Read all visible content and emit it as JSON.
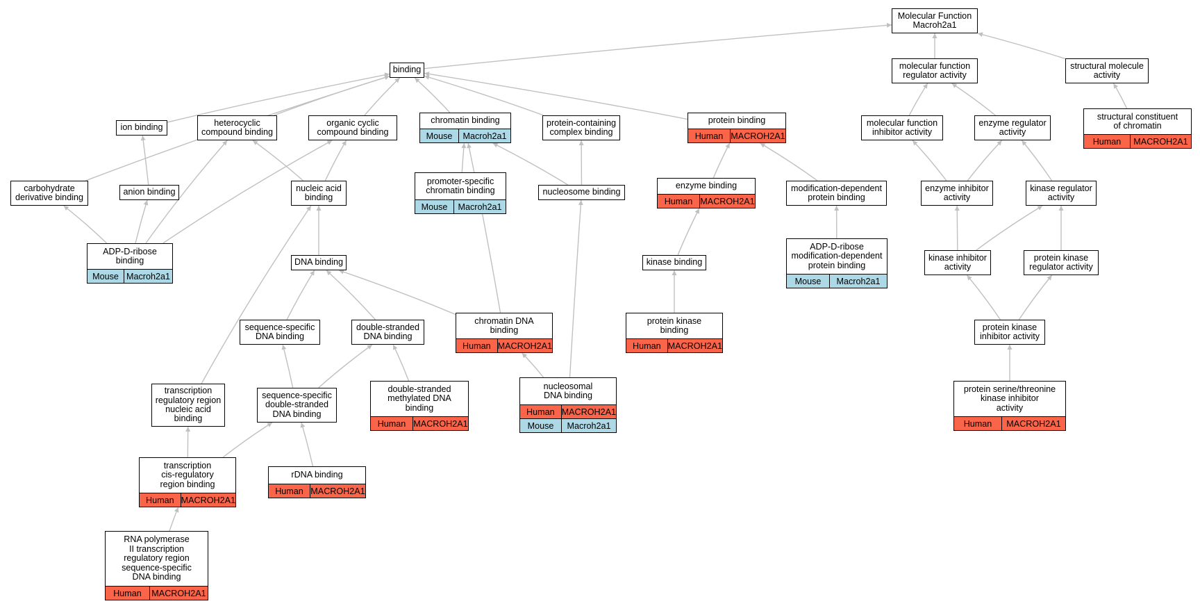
{
  "colors": {
    "human": "#fa6449",
    "mouse": "#add8e6",
    "edge": "#c0c0c0"
  },
  "nodes": {
    "mf": {
      "label": "Molecular Function\nMacroh2a1",
      "ann": []
    },
    "binding": {
      "label": "binding",
      "ann": []
    },
    "mfra": {
      "label": "molecular function\nregulator activity",
      "ann": []
    },
    "sma": {
      "label": "structural molecule\nactivity",
      "ann": []
    },
    "ionb": {
      "label": "ion binding",
      "ann": []
    },
    "hetb": {
      "label": "heterocyclic\ncompound binding",
      "ann": []
    },
    "orgb": {
      "label": "organic cyclic\ncompound binding",
      "ann": []
    },
    "chrb": {
      "label": "chromatin binding",
      "ann": [
        {
          "species": "Mouse",
          "gene": "Macroh2a1"
        }
      ]
    },
    "pccb": {
      "label": "protein-containing\ncomplex binding",
      "ann": []
    },
    "protb": {
      "label": "protein binding",
      "ann": [
        {
          "species": "Human",
          "gene": "MACROH2A1"
        }
      ]
    },
    "mfia": {
      "label": "molecular function\ninhibitor activity",
      "ann": []
    },
    "era": {
      "label": "enzyme regulator\nactivity",
      "ann": []
    },
    "scc": {
      "label": "structural constituent\nof chromatin",
      "ann": [
        {
          "species": "Human",
          "gene": "MACROH2A1"
        }
      ]
    },
    "carb": {
      "label": "carbohydrate\nderivative binding",
      "ann": []
    },
    "anib": {
      "label": "anion binding",
      "ann": []
    },
    "nab": {
      "label": "nucleic acid\nbinding",
      "ann": []
    },
    "pscb": {
      "label": "promoter-specific\nchromatin binding",
      "ann": [
        {
          "species": "Mouse",
          "gene": "Macroh2a1"
        }
      ]
    },
    "nucb": {
      "label": "nucleosome binding",
      "ann": []
    },
    "enzb": {
      "label": "enzyme binding",
      "ann": [
        {
          "species": "Human",
          "gene": "MACROH2A1"
        }
      ]
    },
    "mdpb": {
      "label": "modification-dependent\nprotein binding",
      "ann": []
    },
    "eia": {
      "label": "enzyme inhibitor\nactivity",
      "ann": []
    },
    "kra": {
      "label": "kinase regulator\nactivity",
      "ann": []
    },
    "adpb": {
      "label": "ADP-D-ribose\nbinding",
      "ann": [
        {
          "species": "Mouse",
          "gene": "Macroh2a1"
        }
      ]
    },
    "dnab": {
      "label": "DNA binding",
      "ann": []
    },
    "kinb": {
      "label": "kinase binding",
      "ann": []
    },
    "adpm": {
      "label": "ADP-D-ribose\nmodification-dependent\nprotein binding",
      "ann": [
        {
          "species": "Mouse",
          "gene": "Macroh2a1"
        }
      ]
    },
    "kia": {
      "label": "kinase inhibitor\nactivity",
      "ann": []
    },
    "pkra": {
      "label": "protein kinase\nregulator activity",
      "ann": []
    },
    "ssdb": {
      "label": "sequence-specific\nDNA binding",
      "ann": []
    },
    "dsdb": {
      "label": "double-stranded\nDNA binding",
      "ann": []
    },
    "cdb": {
      "label": "chromatin DNA\nbinding",
      "ann": [
        {
          "species": "Human",
          "gene": "MACROH2A1"
        }
      ]
    },
    "pkb": {
      "label": "protein kinase\nbinding",
      "ann": [
        {
          "species": "Human",
          "gene": "MACROH2A1"
        }
      ]
    },
    "pkia": {
      "label": "protein kinase\ninhibitor activity",
      "ann": []
    },
    "trr": {
      "label": "transcription\nregulatory region\nnucleic acid\nbinding",
      "ann": []
    },
    "ssds": {
      "label": "sequence-specific\ndouble-stranded\nDNA binding",
      "ann": []
    },
    "dsmb": {
      "label": "double-stranded\nmethylated DNA\nbinding",
      "ann": [
        {
          "species": "Human",
          "gene": "MACROH2A1"
        }
      ]
    },
    "nsdb": {
      "label": "nucleosomal\nDNA binding",
      "ann": [
        {
          "species": "Human",
          "gene": "MACROH2A1"
        },
        {
          "species": "Mouse",
          "gene": "Macroh2a1"
        }
      ]
    },
    "pstk": {
      "label": "protein serine/threonine\nkinase inhibitor\nactivity",
      "ann": [
        {
          "species": "Human",
          "gene": "MACROH2A1"
        }
      ]
    },
    "tcis": {
      "label": "transcription\ncis-regulatory\nregion binding",
      "ann": [
        {
          "species": "Human",
          "gene": "MACROH2A1"
        }
      ]
    },
    "rdna": {
      "label": "rDNA binding",
      "ann": [
        {
          "species": "Human",
          "gene": "MACROH2A1"
        }
      ]
    },
    "rnap": {
      "label": "RNA polymerase\nII transcription\nregulatory region\nsequence-specific\nDNA binding",
      "ann": [
        {
          "species": "Human",
          "gene": "MACROH2A1"
        }
      ]
    }
  },
  "edges": [
    [
      "binding",
      "mf"
    ],
    [
      "mfra",
      "mf"
    ],
    [
      "sma",
      "mf"
    ],
    [
      "ionb",
      "binding"
    ],
    [
      "hetb",
      "binding"
    ],
    [
      "orgb",
      "binding"
    ],
    [
      "chrb",
      "binding"
    ],
    [
      "pccb",
      "binding"
    ],
    [
      "protb",
      "binding"
    ],
    [
      "carb",
      "binding"
    ],
    [
      "mfia",
      "mfra"
    ],
    [
      "era",
      "mfra"
    ],
    [
      "scc",
      "sma"
    ],
    [
      "anib",
      "ionb"
    ],
    [
      "nab",
      "hetb"
    ],
    [
      "nab",
      "orgb"
    ],
    [
      "adpb",
      "hetb"
    ],
    [
      "adpb",
      "orgb"
    ],
    [
      "adpb",
      "carb"
    ],
    [
      "adpb",
      "anib"
    ],
    [
      "pscb",
      "chrb"
    ],
    [
      "nucb",
      "chrb"
    ],
    [
      "nucb",
      "pccb"
    ],
    [
      "cdb",
      "chrb"
    ],
    [
      "enzb",
      "protb"
    ],
    [
      "mdpb",
      "protb"
    ],
    [
      "adpm",
      "mdpb"
    ],
    [
      "eia",
      "mfia"
    ],
    [
      "eia",
      "era"
    ],
    [
      "kra",
      "era"
    ],
    [
      "kia",
      "eia"
    ],
    [
      "kia",
      "kra"
    ],
    [
      "pkra",
      "kra"
    ],
    [
      "pkia",
      "kia"
    ],
    [
      "pkia",
      "pkra"
    ],
    [
      "pstk",
      "pkia"
    ],
    [
      "dnab",
      "nab"
    ],
    [
      "ssdb",
      "dnab"
    ],
    [
      "dsdb",
      "dnab"
    ],
    [
      "cdb",
      "dnab"
    ],
    [
      "ssds",
      "ssdb"
    ],
    [
      "ssds",
      "dsdb"
    ],
    [
      "dsmb",
      "dsdb"
    ],
    [
      "nsdb",
      "cdb"
    ],
    [
      "nsdb",
      "nucb"
    ],
    [
      "kinb",
      "enzb"
    ],
    [
      "pkb",
      "kinb"
    ],
    [
      "trr",
      "nab"
    ],
    [
      "tcis",
      "trr"
    ],
    [
      "tcis",
      "ssds"
    ],
    [
      "rdna",
      "ssds"
    ],
    [
      "rnap",
      "tcis"
    ]
  ]
}
